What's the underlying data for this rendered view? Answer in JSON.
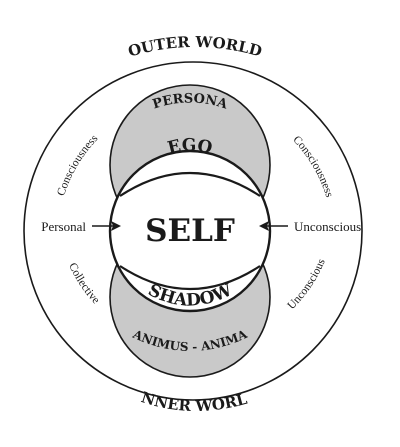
{
  "labels": {
    "outer_world": "OUTER WORLD",
    "inner_world": "INNER WORLD",
    "persona": "PERSONA",
    "ego": "EGO",
    "self": "SELF",
    "shadow": "SHADOW",
    "animus_anima": "ANIMUS - ANIMA",
    "personal": "Personal",
    "unconscious_side": "Unconscious",
    "consciousness_left": "Consciousness",
    "consciousness_right": "Consciousness",
    "collective": "Collective",
    "unconscious_arc": "Unconscious"
  },
  "colors": {
    "ink": "#1a1a1a",
    "circle_fill": "#c9c9c9",
    "background": "#ffffff"
  }
}
